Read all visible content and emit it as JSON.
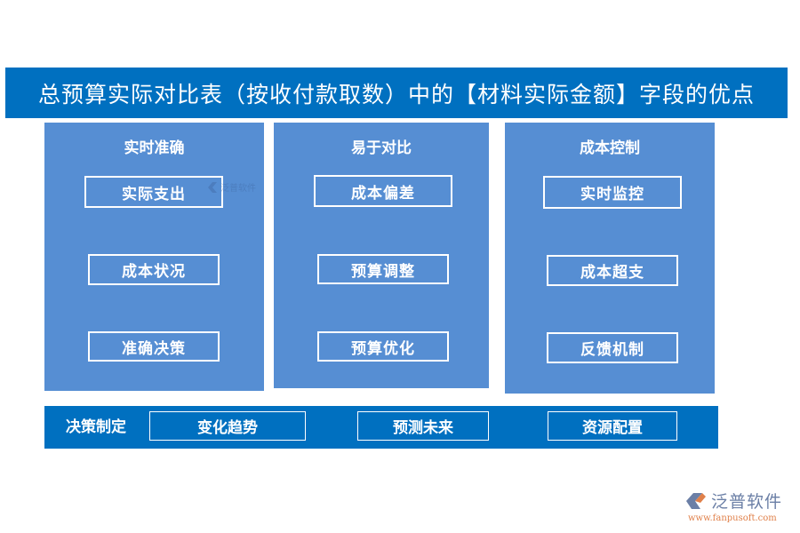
{
  "title": "总预算实际对比表（按收付款取数）中的【材料实际金额】字段的优点",
  "panels": [
    {
      "title": "实时准确",
      "items": [
        "实际支出",
        "成本状况",
        "准确决策"
      ]
    },
    {
      "title": "易于对比",
      "items": [
        "成本偏差",
        "预算调整",
        "预算优化"
      ]
    },
    {
      "title": "成本控制",
      "items": [
        "实时监控",
        "成本超支",
        "反馈机制"
      ]
    }
  ],
  "bottom": {
    "label": "决策制定",
    "items": [
      "变化趋势",
      "预测未来",
      "资源配置"
    ]
  },
  "watermark": {
    "text": "泛普软件"
  },
  "logo": {
    "name": "泛普软件",
    "url": "www.fanpusoft.com"
  },
  "colors": {
    "title_bg": "#0070c0",
    "panel_bg": "#568ed3",
    "bottom_bg": "#0070c0",
    "text": "#ffffff",
    "logo_accent": "#e0804a"
  }
}
